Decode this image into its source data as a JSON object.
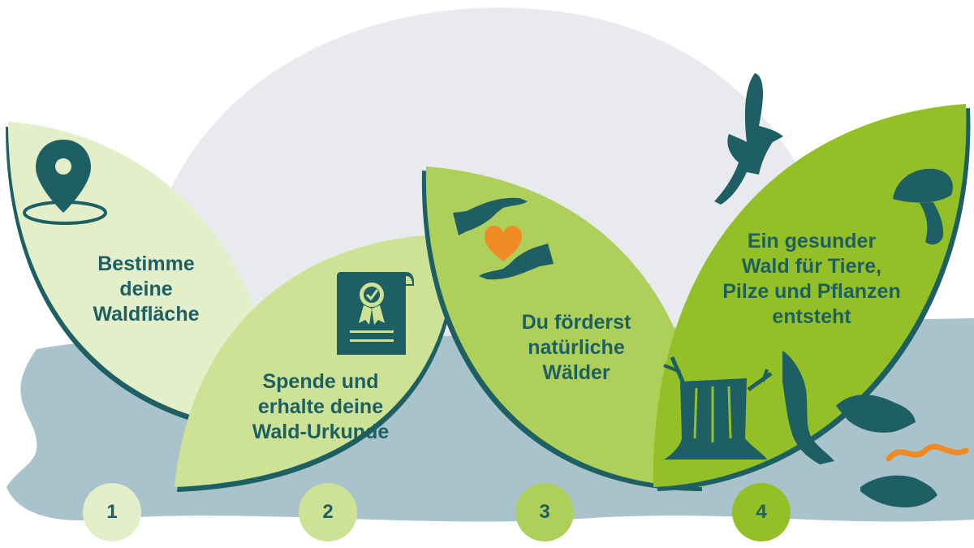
{
  "steps": [
    {
      "number": "1",
      "lines": [
        "Bestimme",
        "deine",
        "Waldfläche"
      ],
      "icon": "location-pin-icon",
      "color": "#e3efc8"
    },
    {
      "number": "2",
      "lines": [
        "Spende und",
        "erhalte deine",
        "Wald-Urkunde"
      ],
      "icon": "certificate-icon",
      "color": "#cde295"
    },
    {
      "number": "3",
      "lines": [
        "Du förderst",
        "natürliche",
        "Wälder"
      ],
      "icon": "hands-heart-icon",
      "color": "#aed05a"
    },
    {
      "number": "4",
      "lines": [
        "Ein gesunder",
        "Wald für Tiere,",
        "Pilze und Pflanzen",
        "entsteht"
      ],
      "icon": "forest-life-icon",
      "color": "#92c026"
    }
  ],
  "colors": {
    "dark_teal": "#1d5f63",
    "orange": "#f08a24",
    "backdrop_grey": "#e9eaee",
    "water_blue": "#a9c3cc"
  }
}
